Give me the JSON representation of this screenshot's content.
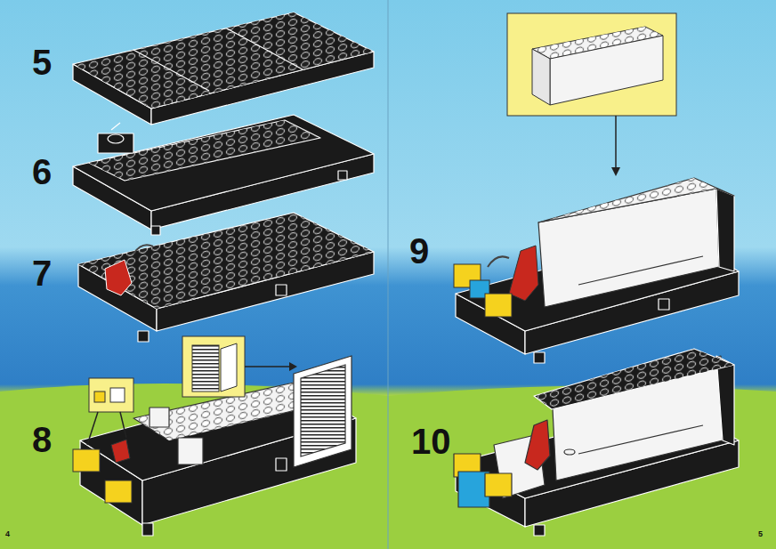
{
  "diagram": {
    "labels": [
      "5",
      "6",
      "7",
      "8",
      "4",
      "9",
      "10",
      "5"
    ]
  }
}
